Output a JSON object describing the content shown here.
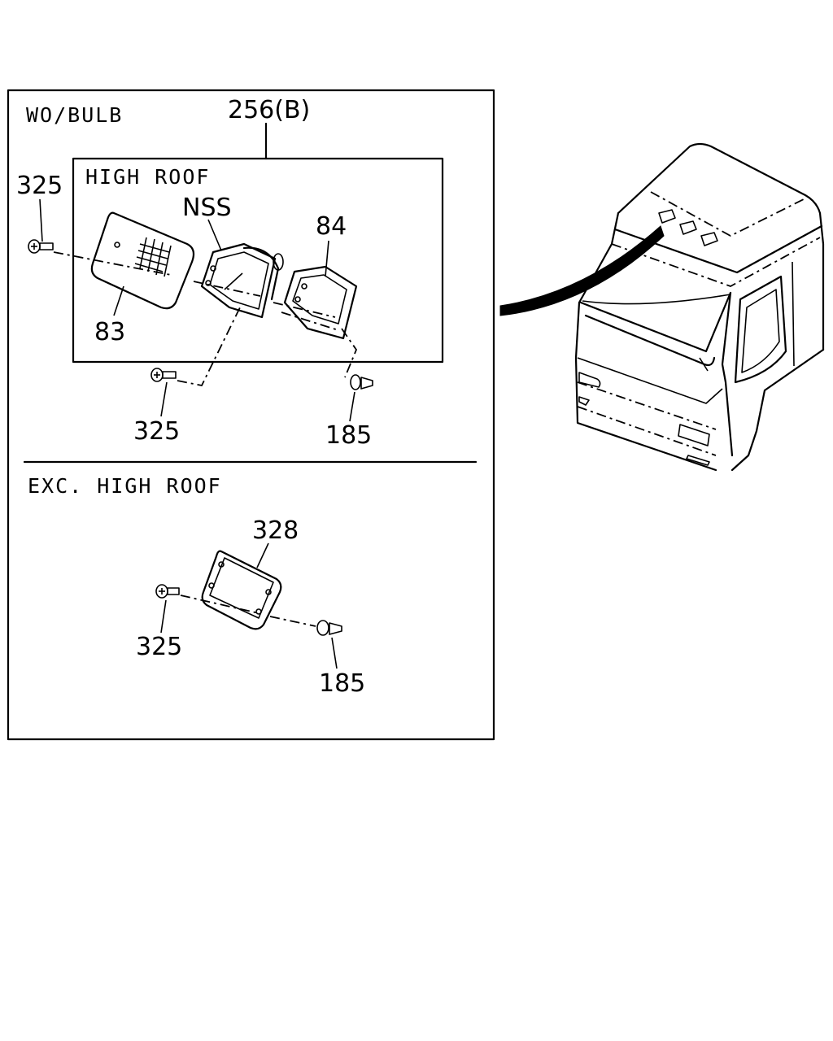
{
  "sections": {
    "wo_bulb": "WO/BULB",
    "high_roof": "HIGH ROOF",
    "exc_high_roof": "EXC. HIGH ROOF"
  },
  "callouts": {
    "assembly": "256(B)",
    "screw_top_left": "325",
    "lens": "83",
    "nss": "NSS",
    "bracket": "84",
    "screw_bottom": "325",
    "clip_top": "185",
    "cover_plate": "328",
    "screw_lower": "325",
    "clip_lower": "185"
  }
}
